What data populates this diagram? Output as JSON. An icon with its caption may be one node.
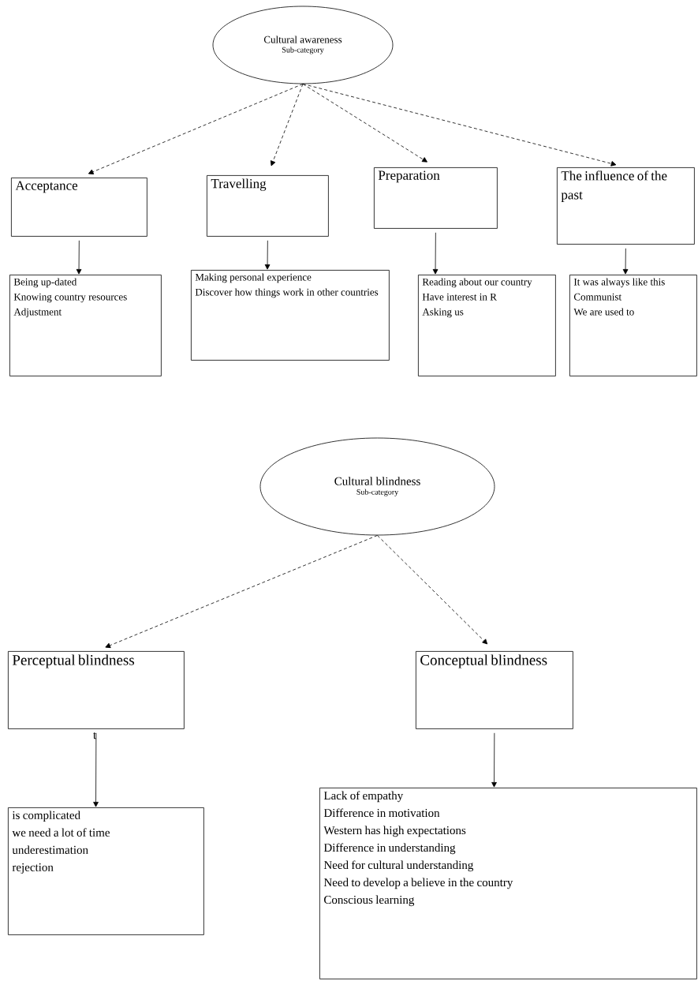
{
  "diagram": {
    "nodes": [
      {
        "text": [
          "Cultural awareness",
          "Sub-category"
        ]
      },
      {
        "text": [
          "Acceptance"
        ]
      },
      {
        "text": [
          "Travelling"
        ]
      },
      {
        "text": [
          "Preparation"
        ]
      },
      {
        "text": [
          "The influence of the past"
        ]
      },
      {
        "text": [
          "Being up-dated",
          "Knowing country resources",
          "Adjustment"
        ]
      },
      {
        "text": [
          "Making personal experience",
          "Discover how things work in other countries"
        ]
      },
      {
        "text": [
          "Reading about our country",
          "Have interest in R",
          "Asking us"
        ]
      },
      {
        "text": [
          "It was always like this",
          "Communist",
          "We are used to"
        ]
      },
      {
        "text": [
          "Cultural blindness",
          "Sub-category"
        ]
      },
      {
        "text": [
          "Perceptual blindness"
        ]
      },
      {
        "text": [
          "Conceptual blindness"
        ]
      },
      {
        "text": [
          "is complicated",
          "we need a lot of time",
          "underestimation",
          "rejection"
        ]
      },
      {
        "text": [
          "Lack of empathy",
          "Difference in motivation",
          "Western has high expectations",
          "Difference in understanding",
          "Need for cultural understanding",
          "Need to develop a believe in the country",
          "Conscious learning"
        ]
      }
    ],
    "edges": [
      {
        "from": 0,
        "to": 1,
        "arrow": "to",
        "style": "dashed"
      },
      {
        "from": 0,
        "to": 2,
        "arrow": "to",
        "style": "dashed"
      },
      {
        "from": 0,
        "to": 3,
        "arrow": "to",
        "style": "dashed"
      },
      {
        "from": 0,
        "to": 4,
        "arrow": "to",
        "style": "dashed"
      },
      {
        "from": 1,
        "to": 5,
        "arrow": "to"
      },
      {
        "from": 2,
        "to": 6,
        "arrow": "to"
      },
      {
        "from": 3,
        "to": 7,
        "arrow": "to"
      },
      {
        "from": 4,
        "to": 8,
        "arrow": "to"
      },
      {
        "from": 9,
        "to": 10,
        "arrow": "to",
        "style": "dashed"
      },
      {
        "from": 9,
        "to": 11,
        "arrow": "to",
        "style": "dashed"
      },
      {
        "from": 10,
        "to": 12,
        "arrow": "to"
      },
      {
        "from": 11,
        "to": 13,
        "arrow": "to"
      }
    ],
    "labels": [
      "t"
    ]
  }
}
